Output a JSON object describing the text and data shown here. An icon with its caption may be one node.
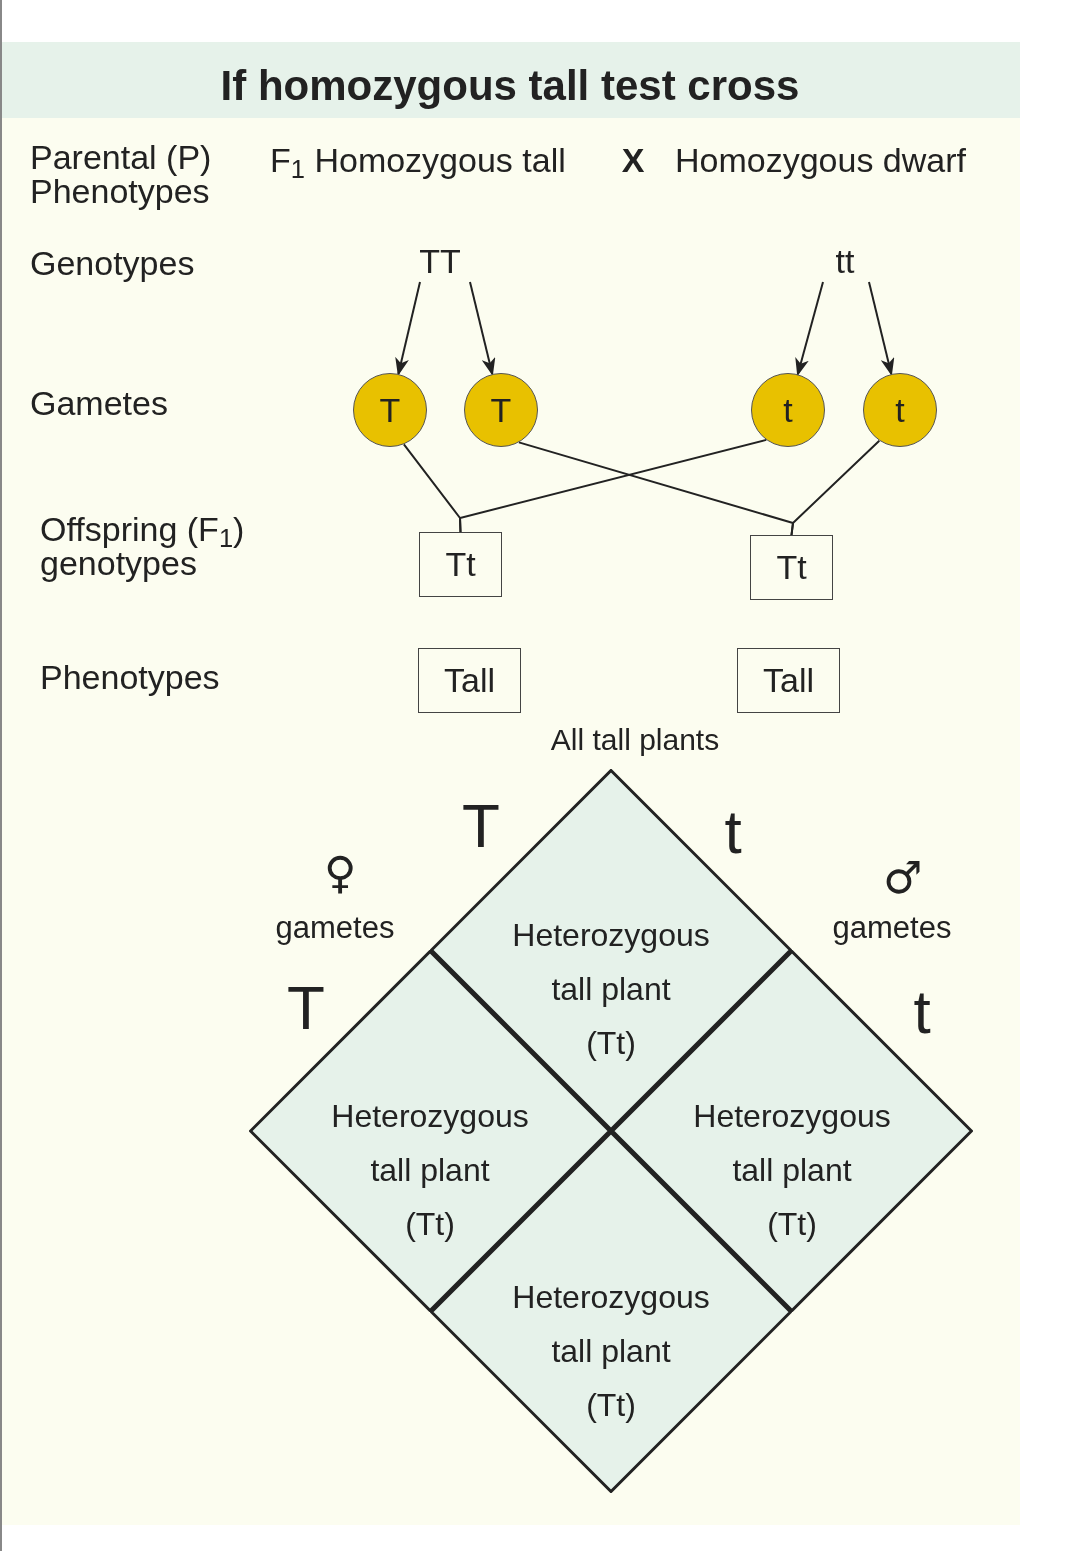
{
  "diagram": {
    "title": "If homozygous tall  test cross",
    "nodes": [
      {
        "text": [
          "TT"
        ]
      },
      {
        "text": [
          "tt"
        ]
      },
      {
        "text": [
          "T"
        ]
      },
      {
        "text": [
          "T"
        ]
      },
      {
        "text": [
          "t"
        ]
      },
      {
        "text": [
          "t"
        ]
      },
      {
        "text": [
          "Tt"
        ]
      },
      {
        "text": [
          "Tt"
        ]
      },
      {
        "text": [
          "Tall"
        ]
      },
      {
        "text": [
          "Tall"
        ]
      },
      {
        "text": [
          "Heterozygous tall plant",
          "(Tt)"
        ]
      },
      {
        "text": [
          "Heterozygous tall plant",
          "(Tt)"
        ]
      },
      {
        "text": [
          "Heterozygous tall plant",
          "(Tt)"
        ]
      },
      {
        "text": [
          "Heterozygous tall plant",
          "(Tt)"
        ]
      }
    ],
    "edges": [
      {
        "from": 0,
        "to": 2,
        "arrow": "to"
      },
      {
        "from": 0,
        "to": 3,
        "arrow": "to"
      },
      {
        "from": 1,
        "to": 4,
        "arrow": "to"
      },
      {
        "from": 1,
        "to": 5,
        "arrow": "to"
      },
      {
        "from": 2,
        "to": 6,
        "arrow": "none"
      },
      {
        "from": 4,
        "to": 6,
        "arrow": "none"
      },
      {
        "from": 3,
        "to": 7,
        "arrow": "none"
      },
      {
        "from": 5,
        "to": 7,
        "arrow": "none"
      }
    ],
    "labels": [
      "Parental (P) Phenotypes",
      "F$_{1}$ Homozygous tall",
      "X",
      "Homozygous dwarf",
      "Genotypes",
      "Gametes",
      "Offspring (F$_{1}$) genotypes",
      "Phenotypes",
      "All tall plants",
      "T",
      "t",
      "♀",
      "gametes",
      "♂",
      "gametes",
      "T",
      "t"
    ]
  }
}
